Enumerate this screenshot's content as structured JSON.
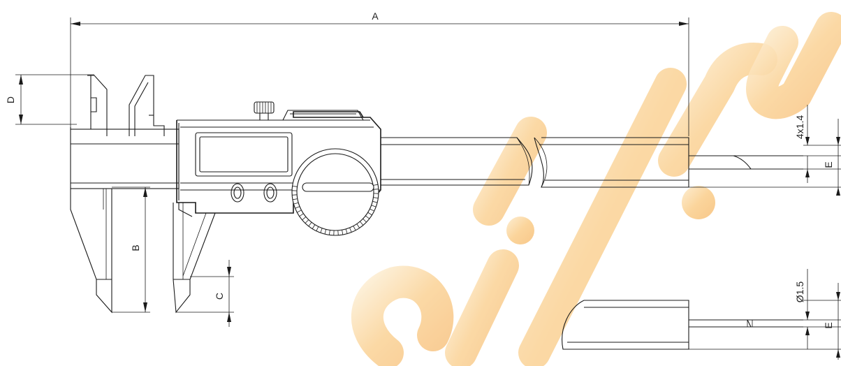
{
  "watermark": {
    "text": "oil.ru",
    "color_outer": "#f5c26b",
    "color_inner": "#f7a33a"
  },
  "dimensions": {
    "overall_length": "A",
    "outside_jaw_depth": "B",
    "inside_jaw_depth": "C",
    "upper_jaw_depth": "D",
    "beam_height_upper": "E",
    "beam_height_lower": "E",
    "depth_rod_flat": "4x1.4",
    "depth_rod_round": "Ø1.5"
  },
  "display": {
    "buttons": 2
  }
}
